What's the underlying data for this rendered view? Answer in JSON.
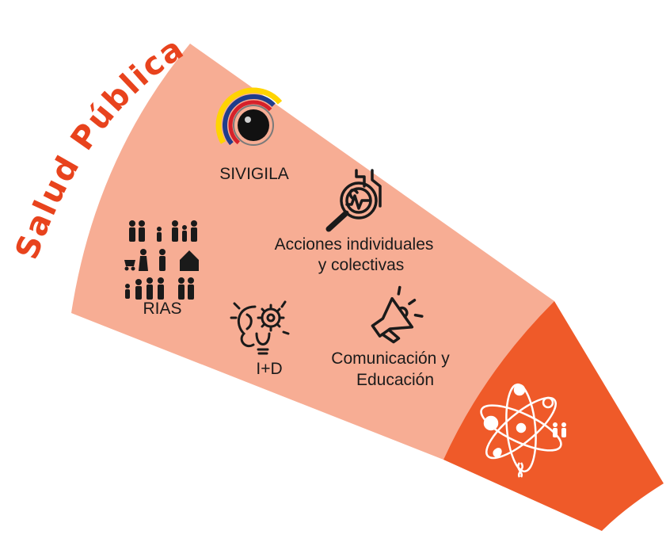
{
  "title": "Salud Pública",
  "colors": {
    "sector_fill": "#f7ad94",
    "outer_band": "#ef5a29",
    "title_color": "#e8431d",
    "icon_color": "#1a1a1a",
    "emblem_stroke": "#ffffff"
  },
  "items": [
    {
      "label": "SIVIGILA",
      "icon": "sivigila-logo-icon"
    },
    {
      "label_line1": "Acciones individuales",
      "label_line2": "y colectivas",
      "icon": "magnifier-heart-monitor-icon"
    },
    {
      "label": "RIAS",
      "icon": "family-people-icon"
    },
    {
      "label": "I+D",
      "icon": "brain-gear-bulb-icon"
    },
    {
      "label_line1": "Comunicación y",
      "label_line2": "Educación",
      "icon": "megaphone-icon"
    }
  ],
  "outer_band_icon": "atom-community-icon"
}
